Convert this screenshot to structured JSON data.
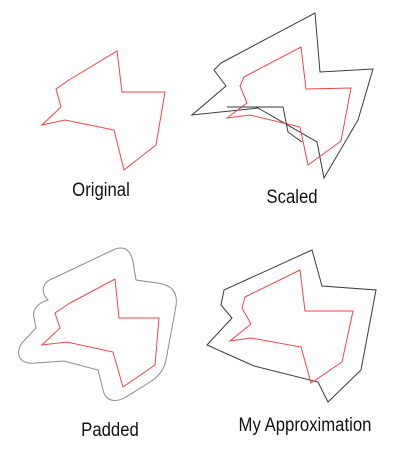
{
  "captions": {
    "original": "Original",
    "scaled": "Scaled",
    "padded": "Padded",
    "approximation": "My Approximation"
  },
  "colors": {
    "shape": "#e8474a",
    "outline": "#3a3a3a",
    "padded_outline": "#8c8c8c",
    "background": "#ffffff"
  }
}
